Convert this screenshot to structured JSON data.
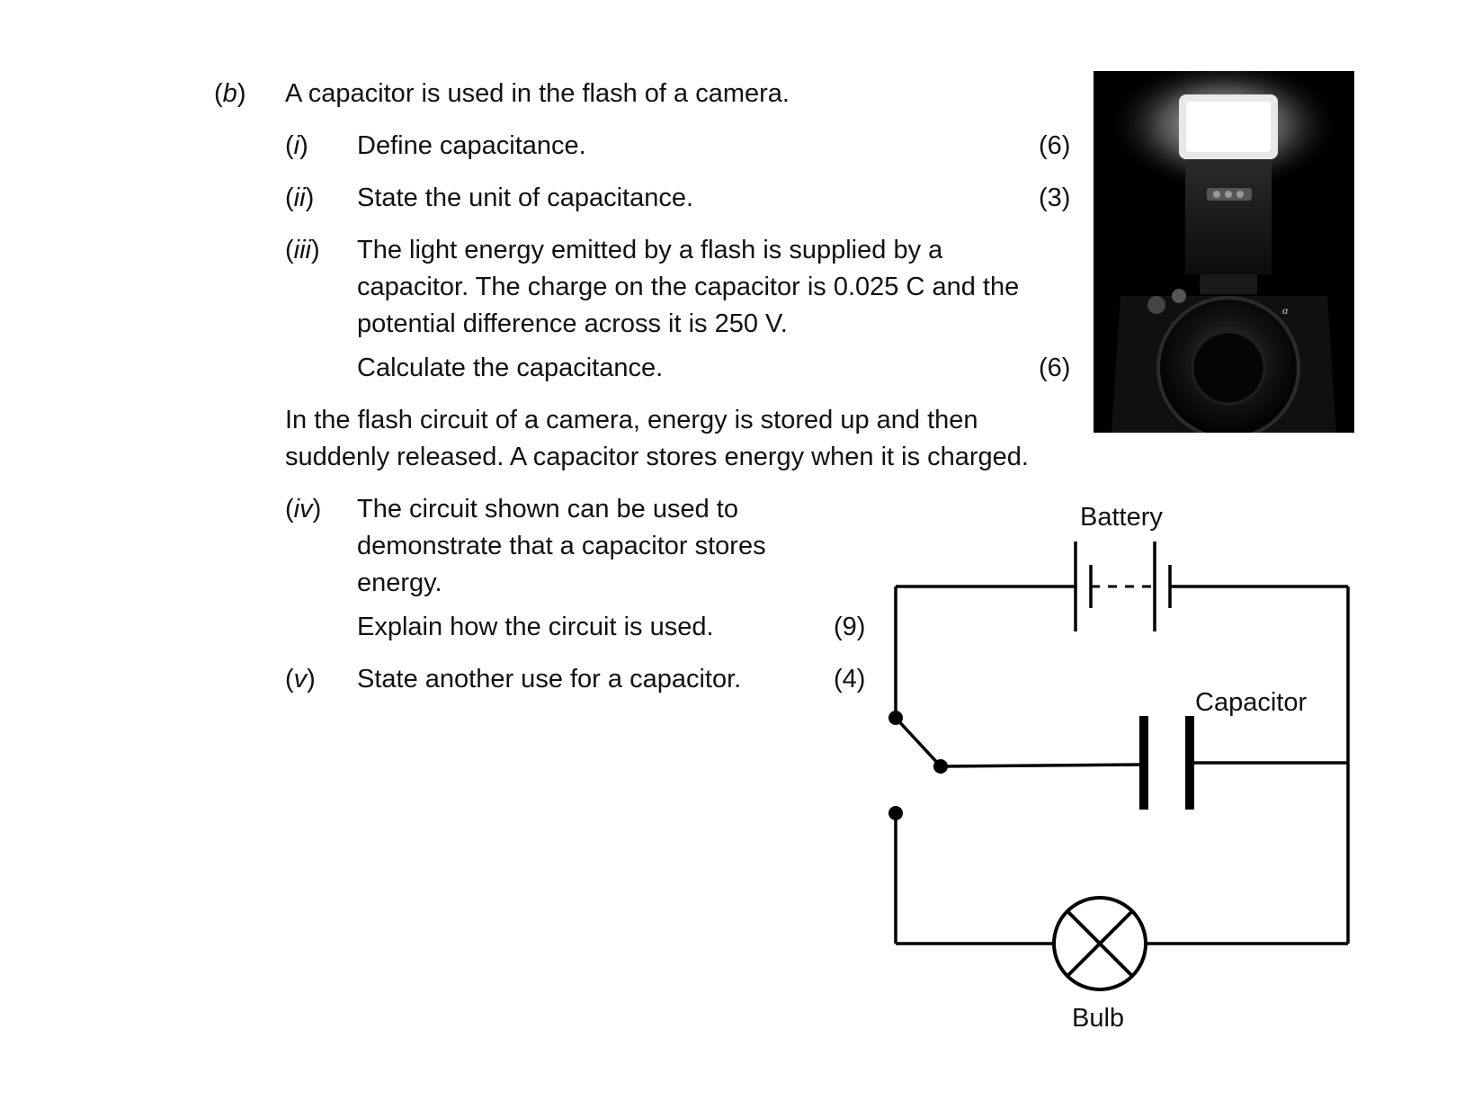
{
  "part_b": {
    "label_open": "(",
    "label_letter": "b",
    "label_close": ")",
    "intro": "A capacitor is used in the flash of a camera."
  },
  "questions": [
    {
      "num": "i",
      "line1": "Define capacitance.",
      "marks": "(6)"
    },
    {
      "num": "ii",
      "line1": "State the unit of capacitance.",
      "marks": "(3)"
    },
    {
      "num": "iii",
      "line1": "The light energy emitted by a flash is supplied by a",
      "line2": "capacitor. The charge on the capacitor is 0.025 C and the",
      "line3": "potential difference across it is 250 V.",
      "line4": "Calculate the capacitance.",
      "marks": "(6)"
    },
    {
      "num": "iv",
      "line1": "The circuit shown can be used to",
      "line2": "demonstrate that a capacitor stores",
      "line3": "energy.",
      "line4": "Explain how the circuit is used.",
      "marks": "(9)"
    },
    {
      "num": "v",
      "line1": "State another use for a capacitor.",
      "marks": "(4)"
    }
  ],
  "paragraph": {
    "line1": "In the flash circuit of a camera, energy is stored up and then",
    "line2": "suddenly released.  A capacitor stores energy when it is charged."
  },
  "circuit": {
    "battery_label": "Battery",
    "capacitor_label": "Capacitor",
    "bulb_label": "Bulb"
  },
  "photo": {
    "subject": "camera with flash unit",
    "badge_text": "α"
  }
}
